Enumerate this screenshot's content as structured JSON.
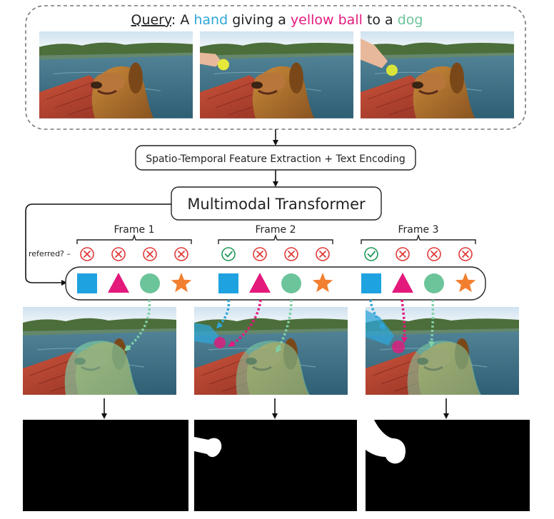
{
  "query": {
    "prefix": "Query",
    "colon": ":",
    "parts": [
      {
        "text": "A",
        "color": "#222222"
      },
      {
        "text": "hand",
        "color": "#2fa6d8"
      },
      {
        "text": "giving a",
        "color": "#222222"
      },
      {
        "text": "yellow ball",
        "color": "#e4197c"
      },
      {
        "text": "to a",
        "color": "#222222"
      },
      {
        "text": "dog",
        "color": "#6cc49a"
      }
    ]
  },
  "steps": {
    "feature_extraction": "Spatio-Temporal Feature Extraction + Text Encoding",
    "transformer": "Multimodal Transformer"
  },
  "referred_label": "referred? –",
  "frames": [
    {
      "label": "Frame 1",
      "referred": [
        false,
        false,
        false,
        false
      ]
    },
    {
      "label": "Frame 2",
      "referred": [
        true,
        false,
        false,
        false
      ]
    },
    {
      "label": "Frame 3",
      "referred": [
        true,
        false,
        false,
        false
      ]
    }
  ],
  "object_queries": [
    {
      "shape": "square",
      "color": "#1ea2e0"
    },
    {
      "shape": "triangle",
      "color": "#e4197c"
    },
    {
      "shape": "circle",
      "color": "#6cc49a"
    },
    {
      "shape": "star",
      "color": "#f27f30"
    }
  ],
  "status_colors": {
    "referred": "#1f9a5a",
    "not_referred": "#e03a3a"
  }
}
